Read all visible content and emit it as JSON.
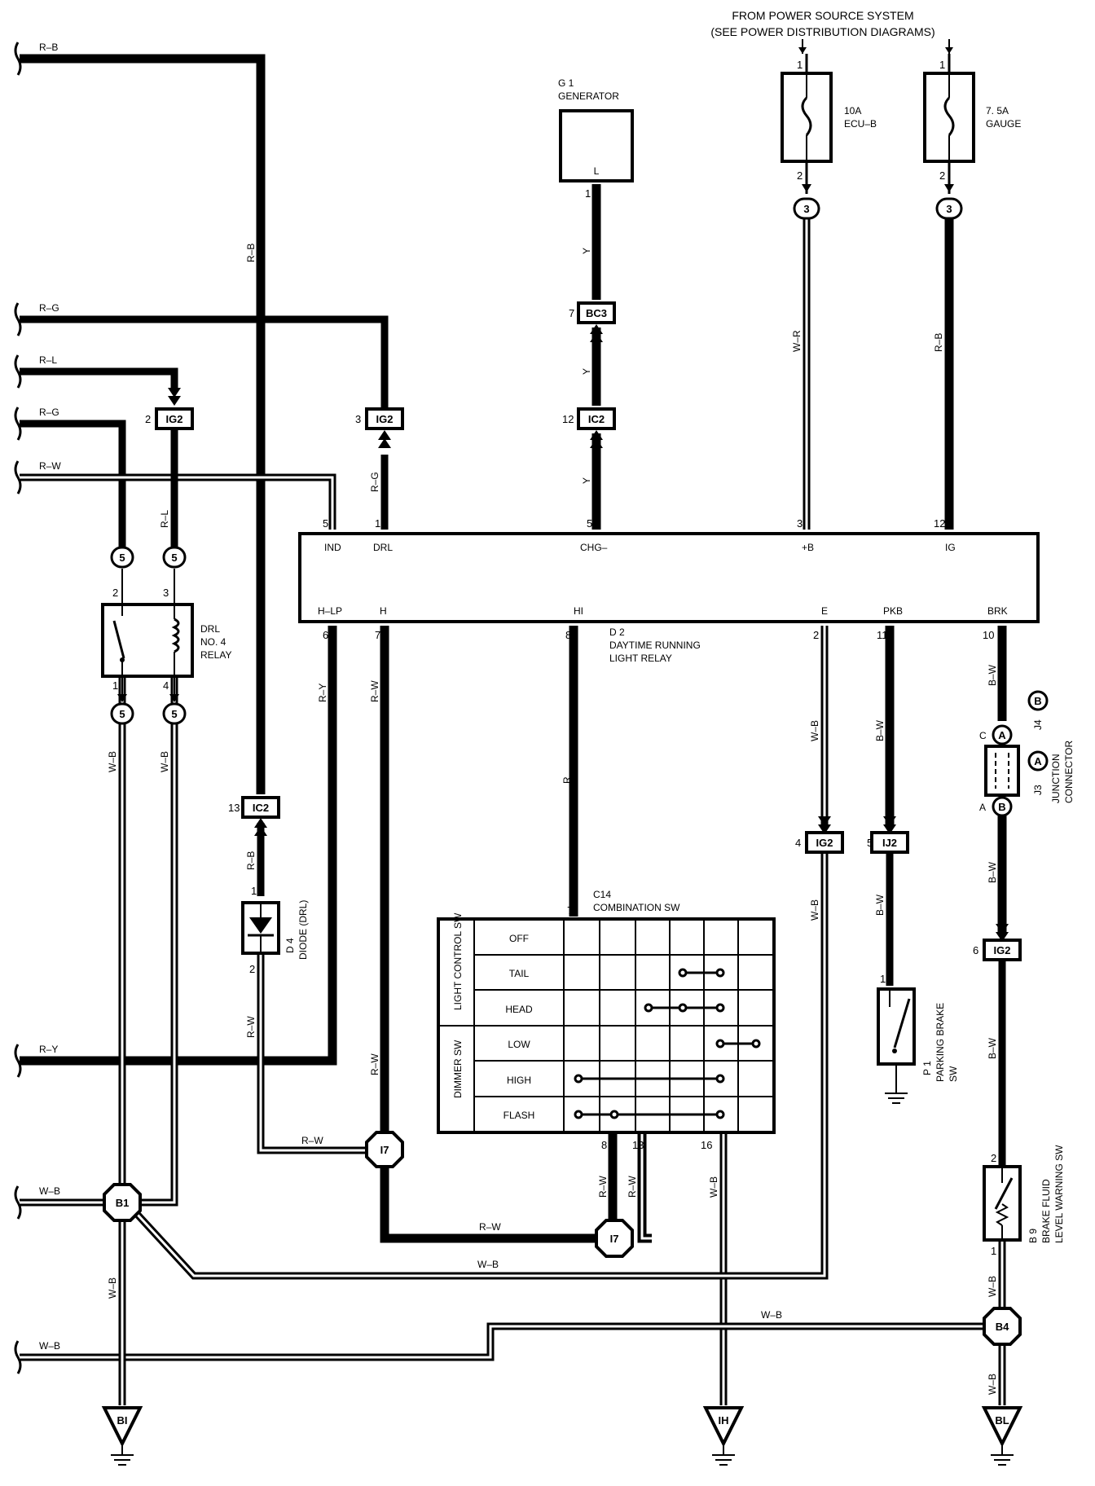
{
  "header": {
    "line1": "FROM POWER SOURCE SYSTEM",
    "line2": "(SEE POWER DISTRIBUTION DIAGRAMS)"
  },
  "left_wires": [
    "R–B",
    "R–G",
    "R–L",
    "R–G",
    "R–W",
    "R–Y",
    "W–B",
    "W–B"
  ],
  "fuses": {
    "ecu_b": {
      "amps": "10A",
      "name": "ECU–B",
      "pin_top": "1",
      "pin_bottom": "2",
      "conn": "3"
    },
    "gauge": {
      "amps": "7. 5A",
      "name": "GAUGE",
      "pin_top": "1",
      "pin_bottom": "2",
      "conn": "3"
    }
  },
  "generator": {
    "id": "G 1",
    "name": "GENERATOR",
    "terminal": "L",
    "pin": "1"
  },
  "relay_d2": {
    "id": "D 2",
    "name_line1": "DAYTIME RUNNING",
    "name_line2": "LIGHT RELAY",
    "top_terminals": [
      {
        "pin": "5",
        "label": "IND"
      },
      {
        "pin": "1",
        "label": "DRL"
      },
      {
        "pin": "5",
        "label": "CHG–"
      },
      {
        "pin": "3",
        "label": "+B"
      },
      {
        "pin": "12",
        "label": "IG"
      }
    ],
    "bottom_terminals": [
      {
        "pin": "6",
        "label": "H–LP"
      },
      {
        "pin": "7",
        "label": "H"
      },
      {
        "pin": "8",
        "label": "HI"
      },
      {
        "pin": "2",
        "label": "E"
      },
      {
        "pin": "11",
        "label": "PKB"
      },
      {
        "pin": "10",
        "label": "BRK"
      }
    ]
  },
  "drl_relay": {
    "line1": "DRL",
    "line2": "NO. 4",
    "line3": "RELAY",
    "pin_tl": "2",
    "pin_tr": "3",
    "pin_bl": "1",
    "pin_br": "4"
  },
  "connectors": {
    "ig2_a": {
      "pin": "2",
      "name": "IG2"
    },
    "ig2_b": {
      "pin": "3",
      "name": "IG2"
    },
    "bc3": {
      "pin": "7",
      "name": "BC3"
    },
    "ic2_a": {
      "pin": "12",
      "name": "IC2"
    },
    "ic2_b": {
      "pin": "13",
      "name": "IC2"
    },
    "ig2_e": {
      "pin": "4",
      "name": "IG2"
    },
    "ij2": {
      "pin": "5",
      "name": "IJ2"
    },
    "ig2_brk": {
      "pin": "6",
      "name": "IG2"
    }
  },
  "round_conns": {
    "c5a": "5",
    "c5b": "5",
    "c5c": "5",
    "c5d": "5"
  },
  "diode": {
    "id": "D 4",
    "name": "DIODE (DRL)",
    "pin_top": "1",
    "pin_bottom": "2"
  },
  "combo_sw": {
    "id": "C14",
    "name": "COMBINATION SW",
    "pin_top": "7",
    "group1": "LIGHT CONTROL SW",
    "group2": "DIMMER SW",
    "rows": [
      "OFF",
      "TAIL",
      "HEAD",
      "LOW",
      "HIGH",
      "FLASH"
    ],
    "pins_bottom": [
      "8",
      "13",
      "16"
    ]
  },
  "parking_brake": {
    "id": "P 1",
    "name_line1": "PARKING BRAKE",
    "name_line2": "SW",
    "pin": "1"
  },
  "brake_fluid": {
    "id": "B 9",
    "name_line1": "BRAKE FLUID",
    "name_line2": "LEVEL WARNING SW",
    "pin_top": "2",
    "pin_bottom": "1"
  },
  "junction": {
    "id_j3": "J3",
    "id_j4": "J4",
    "line1": "JUNCTION",
    "line2": "CONNECTOR",
    "c_label": "C",
    "a_label": "A",
    "circle_top": "A",
    "circle_bottom": "B",
    "circle_side": "A",
    "circle_j4": "B"
  },
  "splices": {
    "b1": "B1",
    "b4": "B4",
    "i7a": "I7",
    "i7b": "I7"
  },
  "grounds": {
    "bi": "BI",
    "ih": "IH",
    "bl": "BL"
  },
  "wire_labels": {
    "rb_vertical": "R–B",
    "rl_vertical": "R–L",
    "rg_vertical": "R–G",
    "y1": "Y",
    "y2": "Y",
    "y3": "Y",
    "wr": "W–R",
    "rb_ig": "R–B",
    "ry": "R–Y",
    "rw_h": "R–W",
    "r_hi": "R",
    "wb_e1": "W–B",
    "bw_pkb1": "B–W",
    "bw_brk1": "B–W",
    "wb_relay1": "W–B",
    "wb_relay2": "W–B",
    "rb_diode": "R–B",
    "rw_diode": "R–W",
    "rw_h2": "R–W",
    "rw_bottom": "R–W",
    "rw_8": "R–W",
    "rw_13": "R–W",
    "rw_i7": "R–W",
    "wb_16": "W–B",
    "wb_e2": "W–B",
    "bw_pkb2": "B–W",
    "bw_brk2": "B–W",
    "bw_brk3": "B–W",
    "wb_b9": "W–B",
    "wb_b4": "W–B",
    "wb_long": "W–B",
    "wb_b1": "W–B",
    "wb_b4line": "W–B"
  }
}
